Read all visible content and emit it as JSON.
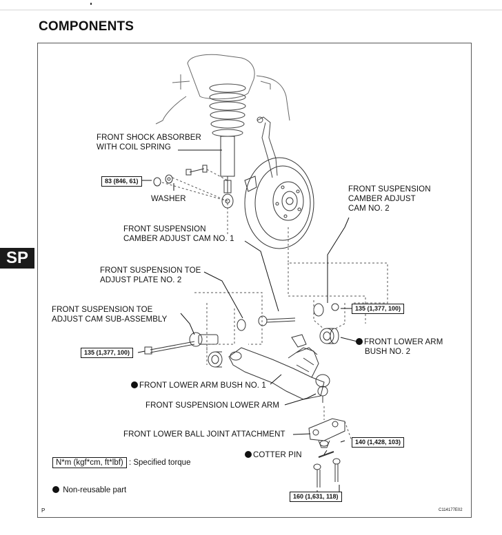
{
  "page": {
    "heading": "COMPONENTS",
    "section_tab": "SP",
    "page_letter": "P",
    "figure_code": "C114177E02"
  },
  "labels": {
    "shock_absorber": [
      "FRONT SHOCK ABSORBER",
      "WITH COIL SPRING"
    ],
    "washer": "WASHER",
    "camber_cam_2": [
      "FRONT SUSPENSION",
      "CAMBER ADJUST",
      "CAM NO. 2"
    ],
    "camber_cam_1": [
      "FRONT SUSPENSION",
      "CAMBER ADJUST CAM NO. 1"
    ],
    "toe_plate": [
      "FRONT SUSPENSION TOE",
      "ADJUST PLATE NO. 2"
    ],
    "toe_cam": [
      "FRONT SUSPENSION TOE",
      "ADJUST CAM SUB-ASSEMBLY"
    ],
    "bush_2": [
      "FRONT LOWER ARM",
      "BUSH NO. 2"
    ],
    "bush_1": "FRONT LOWER ARM BUSH NO. 1",
    "lower_arm": "FRONT SUSPENSION LOWER ARM",
    "ball_joint": "FRONT LOWER BALL JOINT ATTACHMENT",
    "cotter_pin": "COTTER PIN"
  },
  "torques": {
    "shock_bolt": "83 (846, 61)",
    "cam_2_nut": "135 (1,377, 100)",
    "toe_cam_bolt": "135 (1,377, 100)",
    "ball_joint_nut": "140 (1,428, 103)",
    "attachment_bolts": "160 (1,631, 118)"
  },
  "legend": {
    "torque_unit": "N*m (kgf*cm, ft*lbf)",
    "torque_desc": ": Specified torque",
    "nonreusable": "Non-reusable part"
  }
}
